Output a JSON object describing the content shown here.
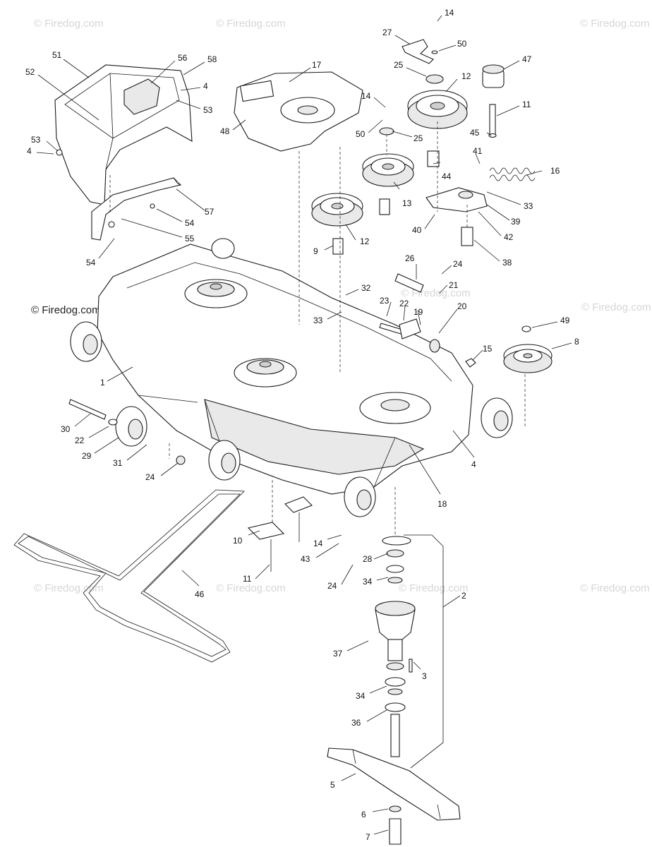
{
  "watermark": "© Firedog.com",
  "copyright": "© Firedog.com",
  "callouts": [
    "14",
    "27",
    "50",
    "47",
    "25",
    "12",
    "51",
    "56",
    "58",
    "52",
    "4",
    "53",
    "17",
    "14",
    "11",
    "50",
    "25",
    "45",
    "48",
    "53",
    "4",
    "41",
    "16",
    "44",
    "13",
    "33",
    "57",
    "39",
    "54",
    "40",
    "42",
    "55",
    "12",
    "38",
    "9",
    "54",
    "26",
    "24",
    "21",
    "32",
    "23",
    "22",
    "49",
    "33",
    "19",
    "20",
    "8",
    "1",
    "15",
    "30",
    "22",
    "29",
    "31",
    "4",
    "24",
    "18",
    "14",
    "43",
    "28",
    "2",
    "10",
    "24",
    "34",
    "11",
    "46",
    "37",
    "3",
    "34",
    "36",
    "5",
    "6",
    "7"
  ]
}
